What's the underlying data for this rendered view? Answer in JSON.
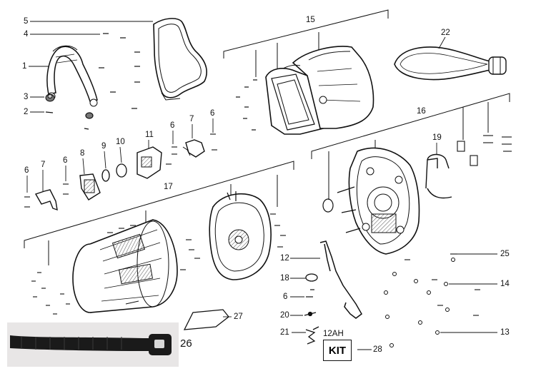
{
  "diagram": {
    "callouts": [
      {
        "id": "c1",
        "text": "1"
      },
      {
        "id": "c2",
        "text": "2"
      },
      {
        "id": "c3",
        "text": "3"
      },
      {
        "id": "c4",
        "text": "4"
      },
      {
        "id": "c5",
        "text": "5"
      },
      {
        "id": "c6a",
        "text": "6"
      },
      {
        "id": "c6b",
        "text": "6"
      },
      {
        "id": "c6c",
        "text": "6"
      },
      {
        "id": "c6d",
        "text": "6"
      },
      {
        "id": "c6e",
        "text": "6"
      },
      {
        "id": "c7a",
        "text": "7"
      },
      {
        "id": "c7b",
        "text": "7"
      },
      {
        "id": "c8",
        "text": "8"
      },
      {
        "id": "c9",
        "text": "9"
      },
      {
        "id": "c10",
        "text": "10"
      },
      {
        "id": "c11",
        "text": "11"
      },
      {
        "id": "c12",
        "text": "12"
      },
      {
        "id": "c13",
        "text": "13"
      },
      {
        "id": "c14",
        "text": "14"
      },
      {
        "id": "c15",
        "text": "15"
      },
      {
        "id": "c16",
        "text": "16"
      },
      {
        "id": "c17",
        "text": "17"
      },
      {
        "id": "c18",
        "text": "18"
      },
      {
        "id": "c19",
        "text": "19"
      },
      {
        "id": "c20",
        "text": "20"
      },
      {
        "id": "c21",
        "text": "21"
      },
      {
        "id": "c22",
        "text": "22"
      },
      {
        "id": "c25",
        "text": "25"
      },
      {
        "id": "c26",
        "text": "26"
      },
      {
        "id": "c27",
        "text": "27"
      },
      {
        "id": "c28",
        "text": "28"
      }
    ],
    "kit_part_number": "12AH",
    "kit_label": "KIT",
    "colors": {
      "line": "#111111",
      "fill": "#ffffff",
      "shade": "#cfcfcf",
      "photo_bg": "#e8e6e6",
      "strap": "#1a1a1a"
    }
  }
}
